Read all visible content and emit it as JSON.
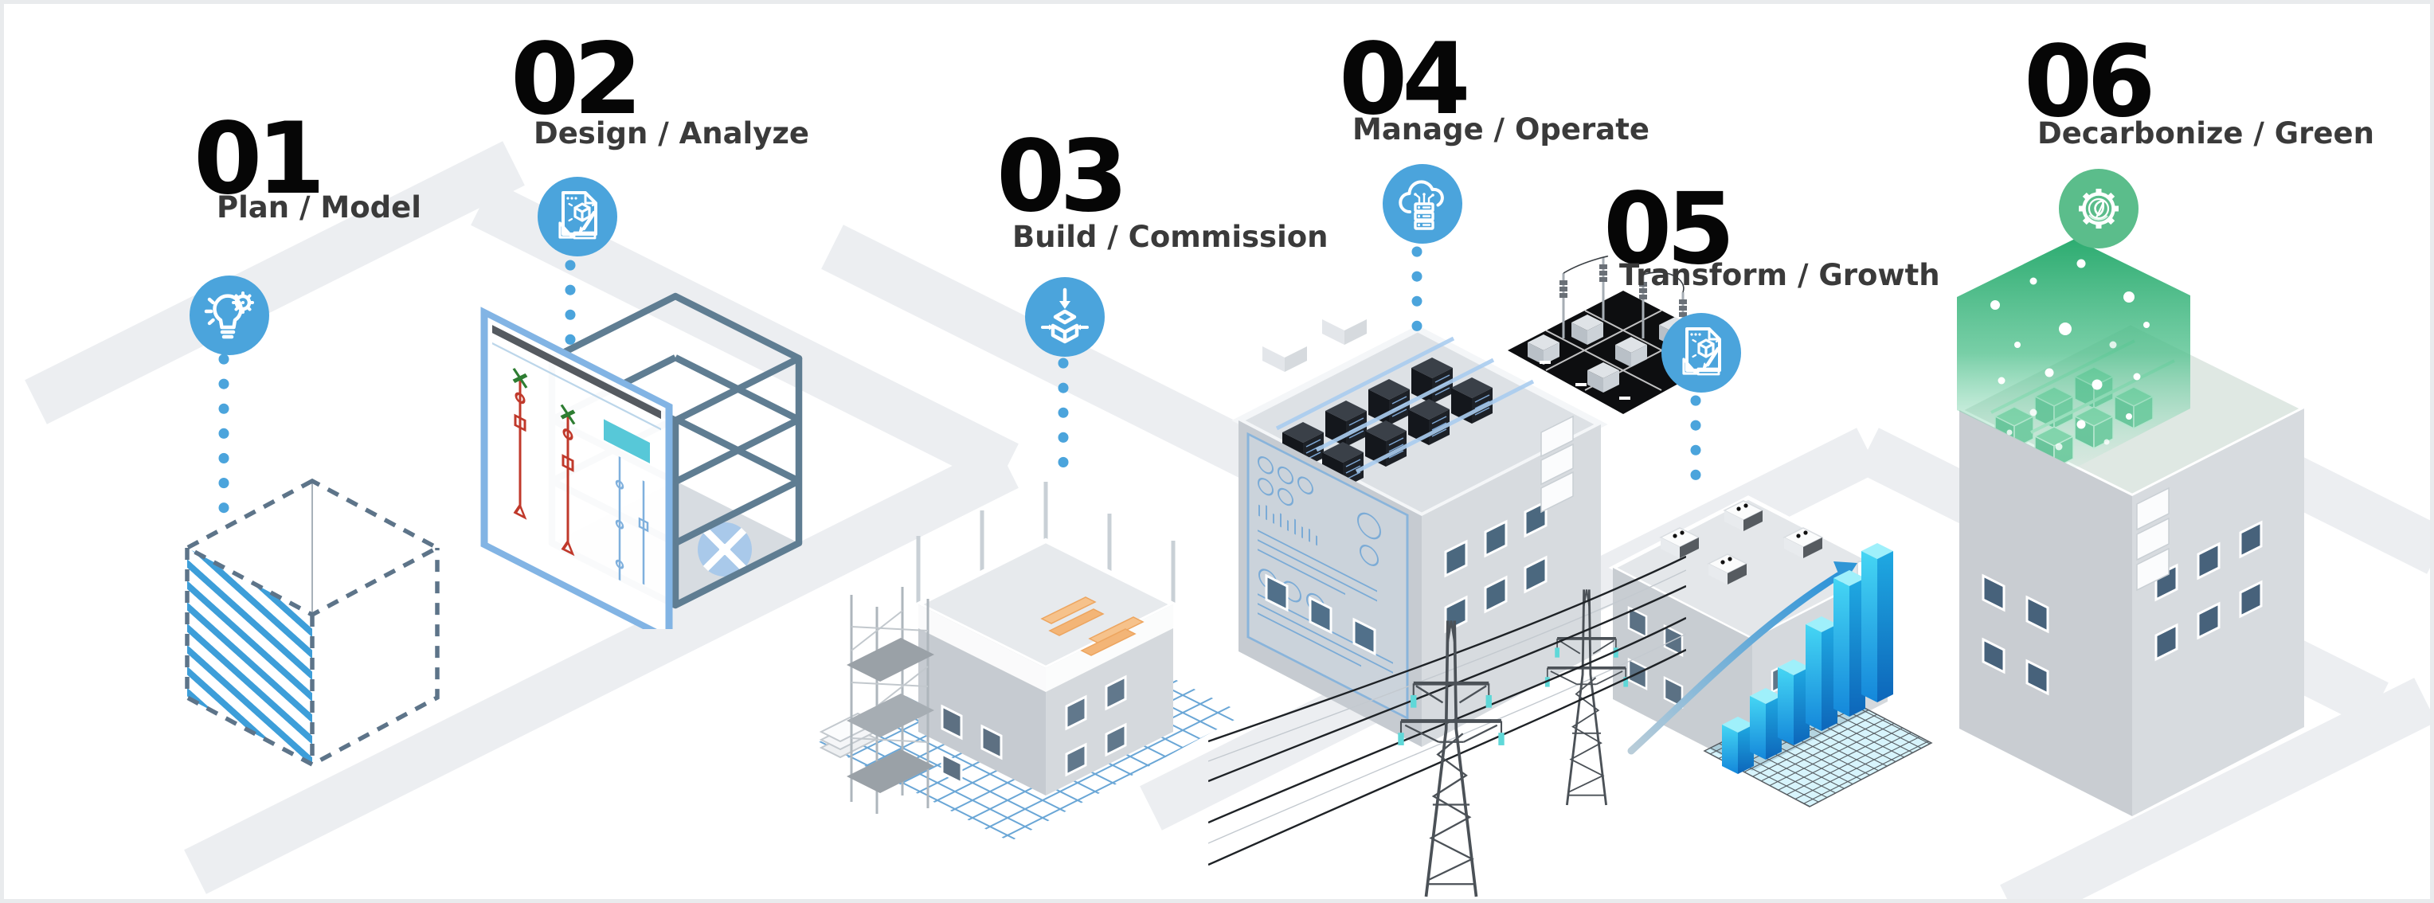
{
  "diagram": {
    "type": "isometric-process-lifecycle",
    "stage_count": 6,
    "connector_style": "vertical-dotted"
  },
  "palette": {
    "accent_blue": "#4BA4DC",
    "accent_green": "#5BBD8B",
    "number_color": "#060606",
    "label_color": "#3A3A3A",
    "road_color": "#ECEEF1",
    "frame_blue": "#5F7D92",
    "hatch_blue": "#3D9ED9",
    "bar_chart_blue": "#1E9BE0",
    "beam_green": "#2FAE73"
  },
  "stages": [
    {
      "number": "01",
      "label": "Plan / Model",
      "icon": "lightbulb-gear-icon",
      "icon_color": "#4BA4DC",
      "illustration": "dashed-planning-cube"
    },
    {
      "number": "02",
      "label": "Design / Analyze",
      "icon": "design-blueprint-icon",
      "icon_color": "#4BA4DC",
      "illustration": "wireframe-building-with-schematic"
    },
    {
      "number": "03",
      "label": "Build / Commission",
      "icon": "module-placement-icon",
      "icon_color": "#4BA4DC",
      "illustration": "construction-site-on-grid"
    },
    {
      "number": "04",
      "label": "Manage / Operate",
      "icon": "cloud-server-icon",
      "icon_color": "#4BA4DC",
      "illustration": "data-center-with-power-grid"
    },
    {
      "number": "05",
      "label": "Transform / Growth",
      "icon": "design-blueprint-icon",
      "icon_color": "#4BA4DC",
      "illustration": "building-with-growth-chart"
    },
    {
      "number": "06",
      "label": "Decarbonize / Green",
      "icon": "gear-leaf-icon",
      "icon_color": "#5BBD8B",
      "illustration": "green-energy-building"
    }
  ]
}
